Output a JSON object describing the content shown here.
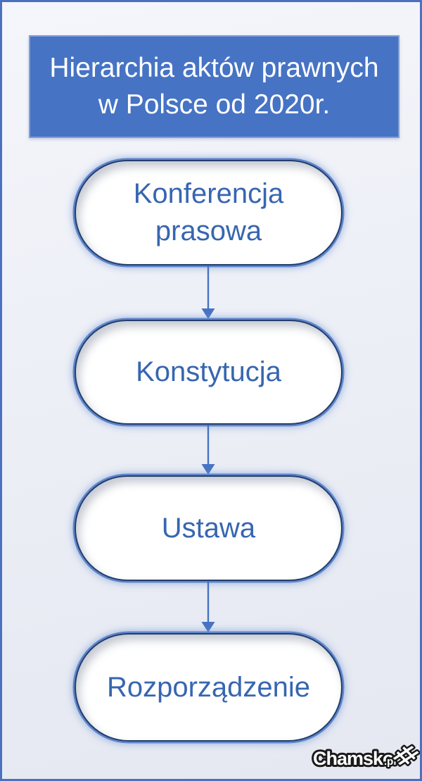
{
  "header": {
    "line1": "Hierarchia aktów prawnych",
    "line2": "w Polsce od 2020r."
  },
  "diagram": {
    "type": "flowchart-vertical",
    "nodes": [
      {
        "label": "Konferencja\nprasowa"
      },
      {
        "label": "Konstytucja"
      },
      {
        "label": "Ustawa"
      },
      {
        "label": "Rozporządzenie"
      }
    ],
    "edges": [
      {
        "from": 0,
        "to": 1,
        "style": "arrow-down"
      },
      {
        "from": 1,
        "to": 2,
        "style": "arrow-down"
      },
      {
        "from": 2,
        "to": 3,
        "style": "arrow-down"
      }
    ]
  },
  "watermark": {
    "brand": "Chamsko",
    "suffix": ".pl",
    "logo_icon": "hash-star-icon",
    "logo_glyph": "#"
  },
  "colors": {
    "accent": "#4673c4",
    "header_text": "#ffffff",
    "node_text": "#3766b0",
    "node_border_dark": "#223e6d",
    "node_rim": "#5f85ca",
    "frame_border": "#4a71c0",
    "arrow": "#4673c4",
    "watermark_fill": "#ffffff",
    "watermark_outline": "#1a1a1a"
  }
}
